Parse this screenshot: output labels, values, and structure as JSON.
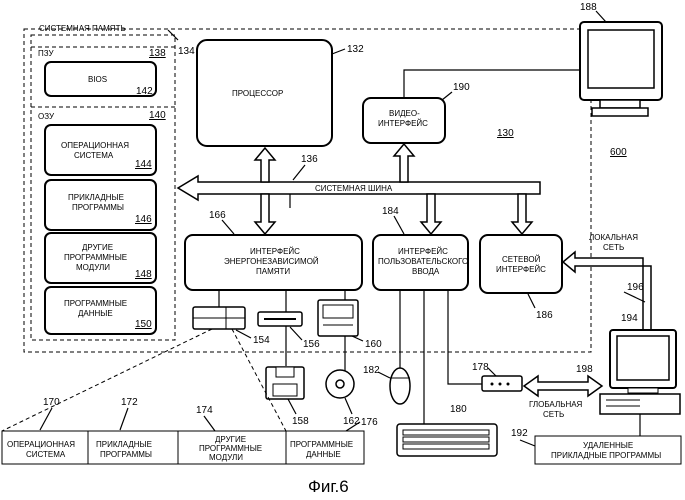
{
  "system_memory": {
    "label": "СИСТЕМНАЯ ПАМЯТЬ",
    "ref": "134"
  },
  "rom": {
    "label": "ПЗУ",
    "ref": "138"
  },
  "bios": {
    "label": "BIOS",
    "ref": "142"
  },
  "ram": {
    "label": "ОЗУ",
    "ref": "140"
  },
  "os": {
    "line1": "ОПЕРАЦИОННАЯ",
    "line2": "СИСТЕМА",
    "ref": "144"
  },
  "apps": {
    "line1": "ПРИКЛАДНЫЕ",
    "line2": "ПРОГРАММЫ",
    "ref": "146"
  },
  "other_modules": {
    "line1": "ДРУГИЕ",
    "line2": "ПРОГРАММНЫЕ",
    "line3": "МОДУЛИ",
    "ref": "148"
  },
  "prog_data": {
    "line1": "ПРОГРАММНЫЕ",
    "line2": "ДАННЫЕ",
    "ref": "150"
  },
  "processor": {
    "label": "ПРОЦЕССОР",
    "ref": "132"
  },
  "video": {
    "line1": "ВИДЕО-",
    "line2": "ИНТЕРФЕЙС",
    "ref": "190"
  },
  "computer_ref": "130",
  "bus": {
    "label": "СИСТЕМНАЯ ШИНА",
    "ref": "136"
  },
  "figure_ref": "600",
  "monitor_ref": "188",
  "nv_iface": {
    "line1": "ИНТЕРФЕЙС",
    "line2": "ЭНЕРГОНЕЗАВИСИМОЙ",
    "line3": "ПАМЯТИ",
    "ref": "166"
  },
  "input_iface": {
    "line1": "ИНТЕРФЕЙС",
    "line2": "ПОЛЬЗОВАТЕЛЬСКОГО",
    "line3": "ВВОДА",
    "ref": "184"
  },
  "net_iface": {
    "line1": "СЕТЕВОЙ",
    "line2": "ИНТЕРФЕЙС",
    "ref": "186"
  },
  "lan": {
    "line1": "ЛОКАЛЬНАЯ",
    "line2": "СЕТЬ",
    "ref": "196"
  },
  "remote_pc_ref": "194",
  "wan": {
    "line1": "ГЛОБАЛЬНАЯ",
    "line2": "СЕТЬ",
    "ref": "198"
  },
  "modem_ref": "178",
  "remote_apps": {
    "line1": "УДАЛЕННЫЕ",
    "line2": "ПРИКЛАДНЫЕ ПРОГРАММЫ",
    "ref": "192"
  },
  "hdd_ref": "154",
  "floppy_drive_ref": "156",
  "cd_drive_ref": "160",
  "floppy_ref": "158",
  "cd_ref": "162",
  "mouse_ref": "182",
  "keyboard_ref": "180",
  "disk_contents": {
    "refs": [
      "170",
      "172",
      "174",
      "176"
    ],
    "cells": [
      {
        "line1": "ОПЕРАЦИОННАЯ",
        "line2": "СИСТЕМА"
      },
      {
        "line1": "ПРИКЛАДНЫЕ",
        "line2": "ПРОГРАММЫ"
      },
      {
        "line1": "ДРУГИЕ",
        "line2": "ПРОГРАММНЫЕ",
        "line3": "МОДУЛИ"
      },
      {
        "line1": "ПРОГРАММНЫЕ",
        "line2": "ДАННЫЕ"
      }
    ]
  },
  "caption": "Фиг.6"
}
